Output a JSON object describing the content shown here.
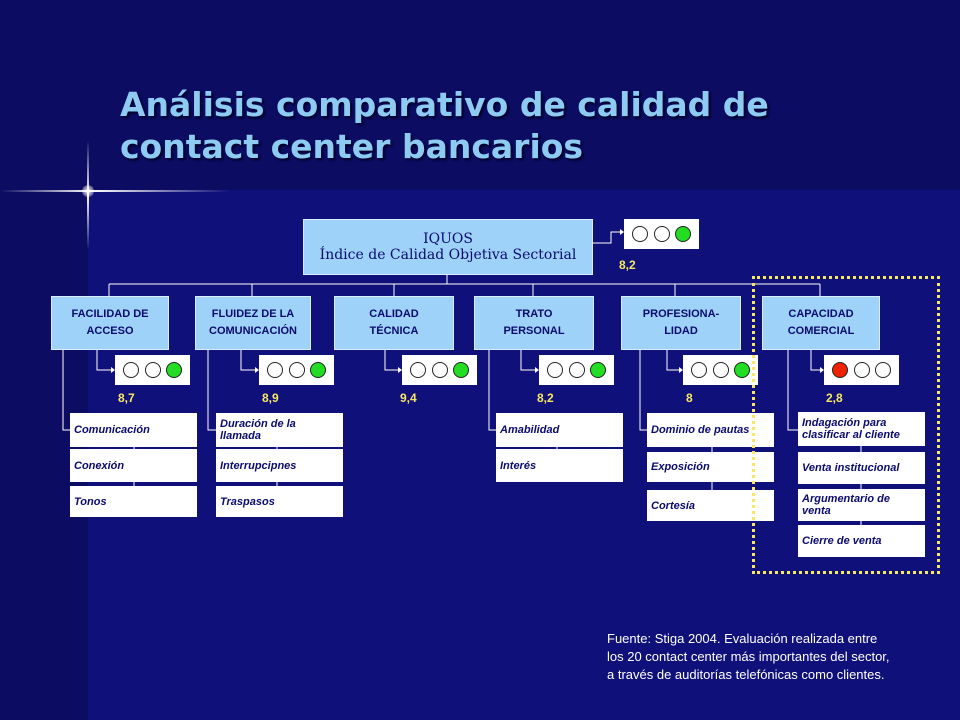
{
  "slide": {
    "title_line1": "Análisis comparativo de calidad de",
    "title_line2": "contact center bancarios"
  },
  "root": {
    "line1": "IQUOS",
    "line2": "Índice de Calidad Objetiva Sectorial",
    "score": "8,2",
    "light": [
      "off",
      "off",
      "green"
    ]
  },
  "categories": [
    {
      "line1": "FACILIDAD DE",
      "line2": "ACCESO",
      "score": "8,7",
      "light": [
        "off",
        "off",
        "green"
      ],
      "items": [
        "Comunicación",
        "Conexión",
        "Tonos"
      ]
    },
    {
      "line1": "FLUIDEZ DE LA",
      "line2": "COMUNICACIÓN",
      "score": "8,9",
      "light": [
        "off",
        "off",
        "green"
      ],
      "items": [
        "Duración de la llamada",
        "Interrupcipnes",
        "Traspasos"
      ]
    },
    {
      "line1": "CALIDAD",
      "line2": "TÉCNICA",
      "score": "9,4",
      "light": [
        "off",
        "off",
        "green"
      ],
      "items": []
    },
    {
      "line1": "TRATO",
      "line2": "PERSONAL",
      "score": "8,2",
      "light": [
        "off",
        "off",
        "green"
      ],
      "items": [
        "Amabilidad",
        "Interés"
      ]
    },
    {
      "line1": "PROFESIONA-",
      "line2": "LIDAD",
      "score": "8",
      "light": [
        "off",
        "off",
        "green"
      ],
      "items": [
        "Dominio de pautas",
        "Exposición",
        "Cortesía"
      ]
    },
    {
      "line1": "CAPACIDAD",
      "line2": "COMERCIAL",
      "score": "2,8",
      "light": [
        "red",
        "off",
        "off"
      ],
      "items": [
        "Indagación para clasificar al cliente",
        "Venta institucional",
        "Argumentario de venta",
        "Cierre de venta"
      ]
    }
  ],
  "source": {
    "line1": "Fuente: Stiga 2004. Evaluación realizada entre",
    "line2": "los 20 contact center más importantes del sector,",
    "line3": "a través de auditorías telefónicas como clientes."
  },
  "colors": {
    "background": "#10107a",
    "box_fill": "#9ed2f8",
    "title": "#8ecbf2",
    "score": "#f6e860",
    "light_green": "#22dd22",
    "light_red": "#ee2200"
  }
}
